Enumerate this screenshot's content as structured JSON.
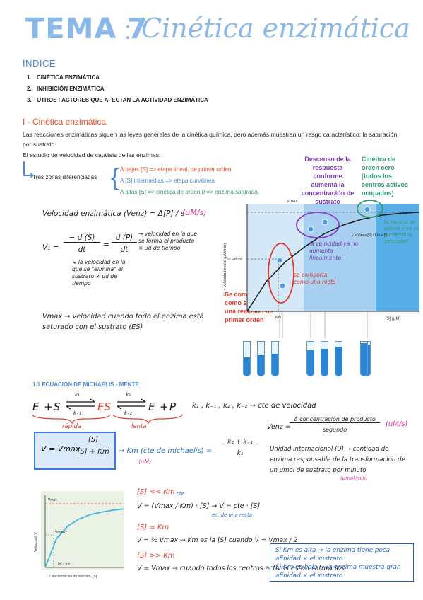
{
  "header": {
    "tema": "TEMA 7",
    "colon": ":",
    "subtitle": "Cinética enzimática"
  },
  "indice": {
    "title": "ÍNDICE",
    "items": [
      {
        "n": "1.",
        "label": "CINÉTICA ENZIMÁTICA"
      },
      {
        "n": "2.",
        "label": "INHIBICIÓN ENZIMÁTICA"
      },
      {
        "n": "3.",
        "label": "OTROS FACTORES QUE AFECTAN LA ACTIVIDAD ENZIMÁTICA"
      }
    ]
  },
  "section1": {
    "heading": "I - Cinética enzimática",
    "paragraph": "Las reacciones enzimáticas siguen las leyes generales de la cinética química, pero además muestran un rasgo característico: la saturación por sustrato",
    "subparagraph": "El estudio de velocidad de catálisis de las enzimas:",
    "zones_label": "Tres zonas diferenciadas",
    "zones": [
      "A bajas [S]  =>  etapa lineal, de primer orden",
      "A [S] intermedias  =>  etapa curvilínea",
      "A altas [S]  =>  cinética de orden 0 => enzima saturada"
    ],
    "velocity_def": "Velocidad enzimática (Venz) = Δ[P] / s",
    "velocity_units": "(uM/s)",
    "v1_lhs": "V₁ =",
    "v1_eq1_num": "− d (S)",
    "v1_eq1_den": "dt",
    "v1_eq2_num": "d (P)",
    "v1_eq2_den": "dt",
    "v1_note_right": "→ velocidad en la que se forma el producto × ud de tiempo",
    "v1_note_below": "↳ la velocidad en la que se \"elimina\" el sustrato × ud de tiempo",
    "vmax_def": "Vmax → velocidad cuando todo el enzima está saturado con el sustrato (ES)"
  },
  "graph1": {
    "annot_purple": "Descenso de la respuesta conforme aumenta la concentración de sustrato",
    "annot_green": "Cinética de orden cero (todos los centros activos ocupados)",
    "annot_red": "Se comporta como si fuera una reacción de primer orden",
    "ylabel": "V₀ = velocidad inicial (µM/min)",
    "xlabel": "[S] (µM)",
    "vmax_label": "Vmax",
    "half_vmax_label": "½ Vmax",
    "km_label": "Km",
    "mm_inline": "v = Vmax [S] / Km + [S]",
    "note_red": "se comporta como una recta",
    "note_purple": "la velocidad ya no aumenta linealmente",
    "note_green": "la enzima se satura y ya no aumenta la velocidad",
    "chart_data": {
      "type": "line",
      "xlabel": "[S] (µM)",
      "ylabel": "V₀ = velocidad inicial (µM/min)",
      "series": [
        {
          "values": [
            0,
            0.3,
            0.5,
            0.65,
            0.78,
            0.87,
            0.93,
            0.97,
            0.99,
            1.0
          ]
        }
      ]
    },
    "tubes": [
      0.55,
      0.6,
      0.65,
      0.75,
      0.8,
      0.85,
      0.9,
      0.95
    ]
  },
  "section11": {
    "heading": "1.1 ECUACIÓN DE MICHAELIS - MENTE",
    "reaction": {
      "e": "E",
      "plus1": "+",
      "s": "S",
      "es": "ES",
      "e2": "E",
      "plus2": "+",
      "p": "P",
      "k1": "k₁",
      "km1": "k₋₁",
      "k2": "k₂",
      "km2": "k₋₂",
      "rapida": "rápida",
      "lenta": "lenta"
    },
    "constants": "k₁ , k₋₁ , k₂ , k₋₂ → cte de velocidad",
    "venz_lhs": "Venz =",
    "venz_num": "Δ concentración de producto",
    "venz_den": "segundo",
    "venz_units": "(uM/s)",
    "mm_lhs": "V = Vmax",
    "mm_num": "[S]",
    "mm_den": "[S] + Km",
    "km_def": "→ Km (cte de michaelis) =",
    "km_units": "(uM)",
    "km_num": "k₂ + k₋₁",
    "km_den": "k₁",
    "unit_def": "Unidad internacional (U) → cantidad de enzima responsable de la transformación de un µmol de sustrato por minuto",
    "unit_units": "(µmol/min)",
    "case1_cond": "[S] << Km",
    "case1_eq": "V = (Vmax / Km) · [S] → V = cte · [S]",
    "case1_note": "ec. de una recta",
    "case1_cte": "cte",
    "case2_cond": "[S] = Km",
    "case2_eq": "V = ½ Vmax → Km es la [S] cuando V = Vmax / 2",
    "case3_cond": "[S] >> Km",
    "case3_eq": "V = Vmax → cuando todos los centros activos están saturados",
    "km_box": "Si Km es alta → la enzima tiene poca afinidad × el sustrato\nSi Km es baja → la enzima muestra gran afinidad × el sustrato"
  },
  "graph2": {
    "vmax_label": "Vmáx",
    "half_label": "Vmáx/2",
    "ylabel": "Velocidad, V",
    "xlabel": "Concentración de sustrato, [S]",
    "km_label": "[S] = Km",
    "chart_data": {
      "type": "line",
      "xlabel": "Concentración de sustrato, [S]",
      "ylabel": "Velocidad, V",
      "series": [
        {
          "values": [
            0,
            0.45,
            0.65,
            0.76,
            0.83,
            0.87,
            0.9,
            0.92
          ]
        }
      ]
    }
  },
  "colors": {
    "title": "#8ab8e8",
    "red": "#e23a2a",
    "blue": "#2a6ad0",
    "green": "#2e9a6e",
    "purple": "#7a3ab2",
    "pink": "#e0348a"
  }
}
